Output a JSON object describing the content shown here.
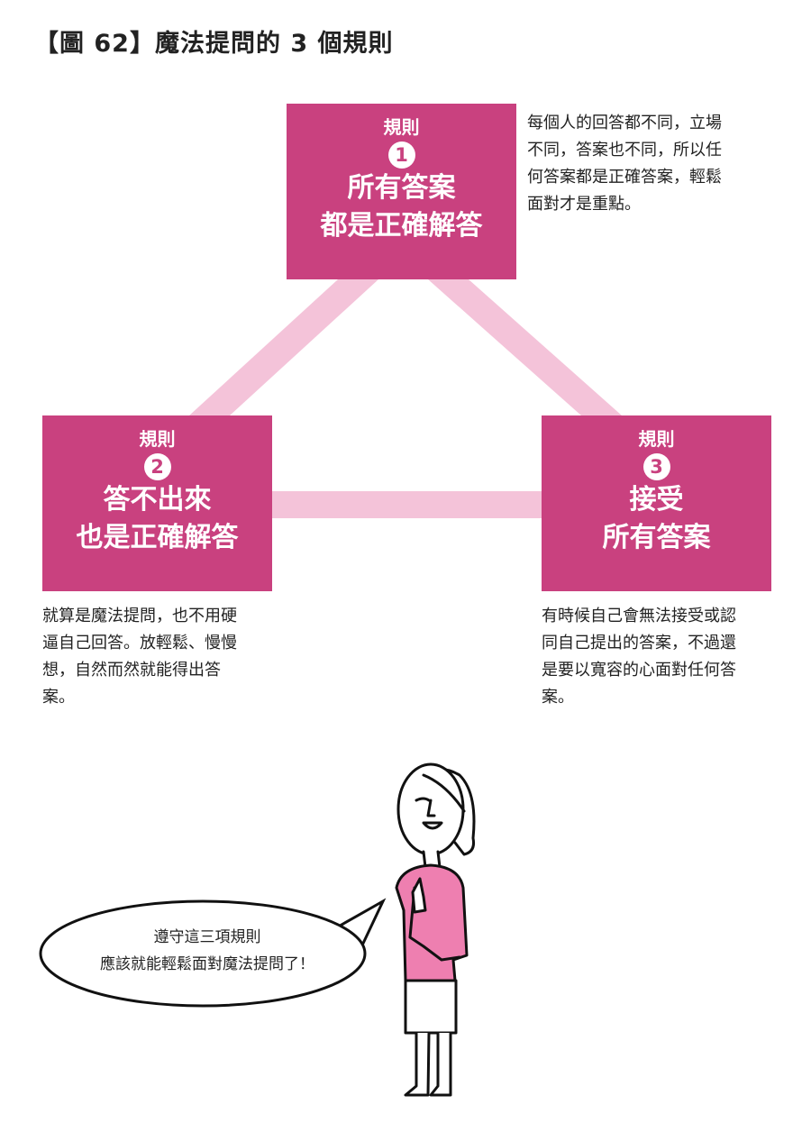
{
  "title": "【圖 62】魔法提問的 3 個規則",
  "colors": {
    "box": "#c9417f",
    "connector": "#f4c3d9",
    "shirt": "#ee7fb0"
  },
  "rules": [
    {
      "label": "規則",
      "number": "1",
      "heading": [
        "所有答案",
        "都是正確解答"
      ],
      "description": [
        "每個人的回答都不同，立場",
        "不同，答案也不同，所以任",
        "何答案都是正確答案，輕鬆",
        "面對才是重點。"
      ]
    },
    {
      "label": "規則",
      "number": "2",
      "heading": [
        "答不出來",
        "也是正確解答"
      ],
      "description": [
        "就算是魔法提問，也不用硬",
        "逼自己回答。放輕鬆、慢慢",
        "想，自然而然就能得出答",
        "案。"
      ]
    },
    {
      "label": "規則",
      "number": "3",
      "heading": [
        "接受",
        "所有答案"
      ],
      "description": [
        "有時候自己會無法接受或認",
        "同自己提出的答案，不過還",
        "是要以寬容的心面對任何答",
        "案。"
      ]
    }
  ],
  "speech": [
    "遵守這三項規則",
    "應該就能輕鬆面對魔法提問了！"
  ]
}
